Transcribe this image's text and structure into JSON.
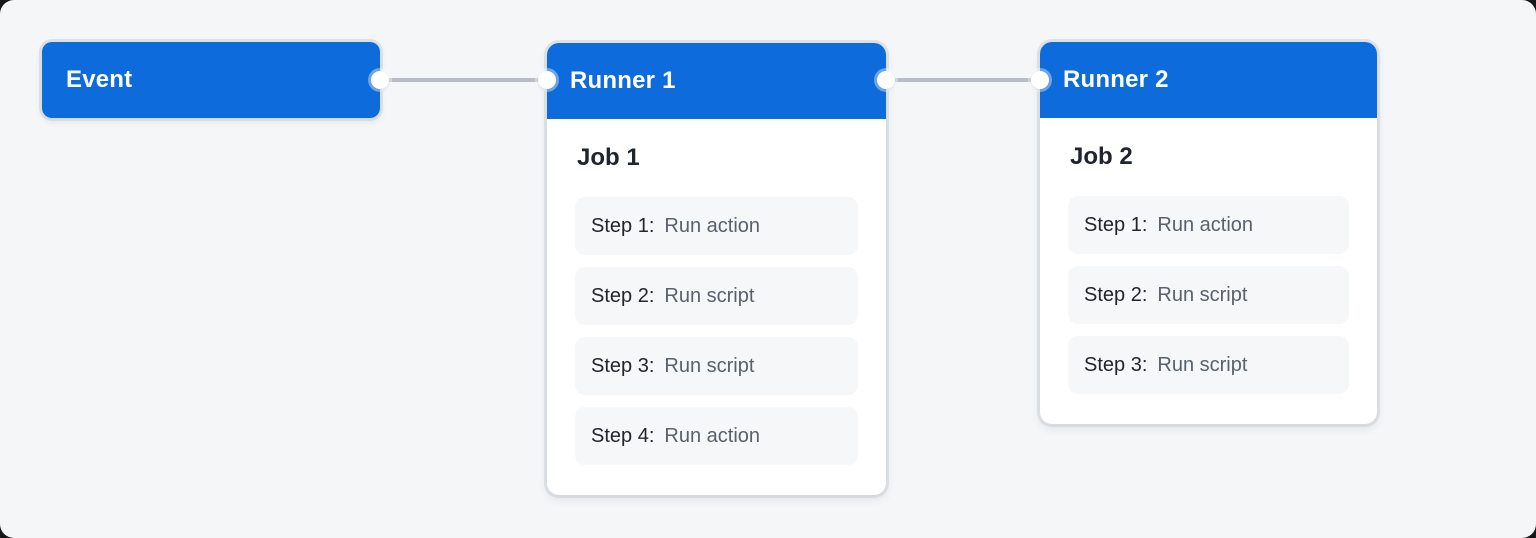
{
  "diagram": {
    "title": "workflow-event-runners-diagram",
    "colors": {
      "accent_blue": "#0d6bdb",
      "canvas_background": "#f4f6f8",
      "card_background": "#ffffff",
      "step_background": "#f5f7f9",
      "connector_gray": "#b8bec6",
      "title_text": "#20252d",
      "step_value_text": "#59616b"
    },
    "event": {
      "label": "Event"
    },
    "runners": [
      {
        "label": "Runner 1",
        "job": {
          "title": "Job 1",
          "steps": [
            {
              "label": "Step 1:",
              "value": "Run action"
            },
            {
              "label": "Step 2:",
              "value": "Run script"
            },
            {
              "label": "Step 3:",
              "value": "Run script"
            },
            {
              "label": "Step 4:",
              "value": "Run action"
            }
          ]
        }
      },
      {
        "label": "Runner 2",
        "job": {
          "title": "Job 2",
          "steps": [
            {
              "label": "Step 1:",
              "value": "Run action"
            },
            {
              "label": "Step 2:",
              "value": "Run script"
            },
            {
              "label": "Step 3:",
              "value": "Run script"
            }
          ]
        }
      }
    ]
  }
}
